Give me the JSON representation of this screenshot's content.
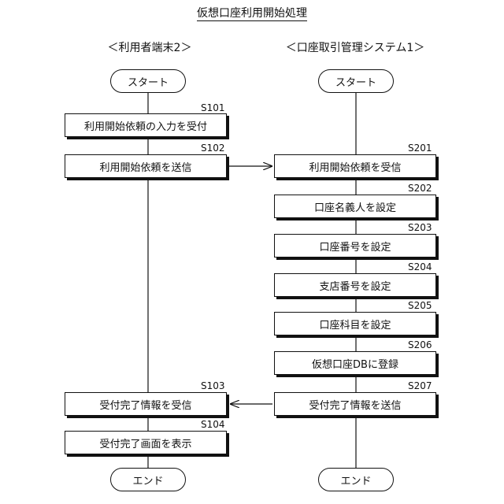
{
  "title": "仮想口座利用開始処理",
  "lanes": {
    "left": "＜利用者端末2＞",
    "right": "＜口座取引管理システム1＞"
  },
  "terminals": {
    "left_start": "スタート",
    "right_start": "スタート",
    "left_end": "エンド",
    "right_end": "エンド"
  },
  "left_steps": [
    {
      "id": "S101",
      "label": "利用開始依頼の入力を受付"
    },
    {
      "id": "S102",
      "label": "利用開始依頼を送信"
    },
    {
      "id": "S103",
      "label": "受付完了情報を受信"
    },
    {
      "id": "S104",
      "label": "受付完了画面を表示"
    }
  ],
  "right_steps": [
    {
      "id": "S201",
      "label": "利用開始依頼を受信"
    },
    {
      "id": "S202",
      "label": "口座名義人を設定"
    },
    {
      "id": "S203",
      "label": "口座番号を設定"
    },
    {
      "id": "S204",
      "label": "支店番号を設定"
    },
    {
      "id": "S205",
      "label": "口座科目を設定"
    },
    {
      "id": "S206",
      "label": "仮想口座DBに登録"
    },
    {
      "id": "S207",
      "label": "受付完了情報を送信"
    }
  ]
}
